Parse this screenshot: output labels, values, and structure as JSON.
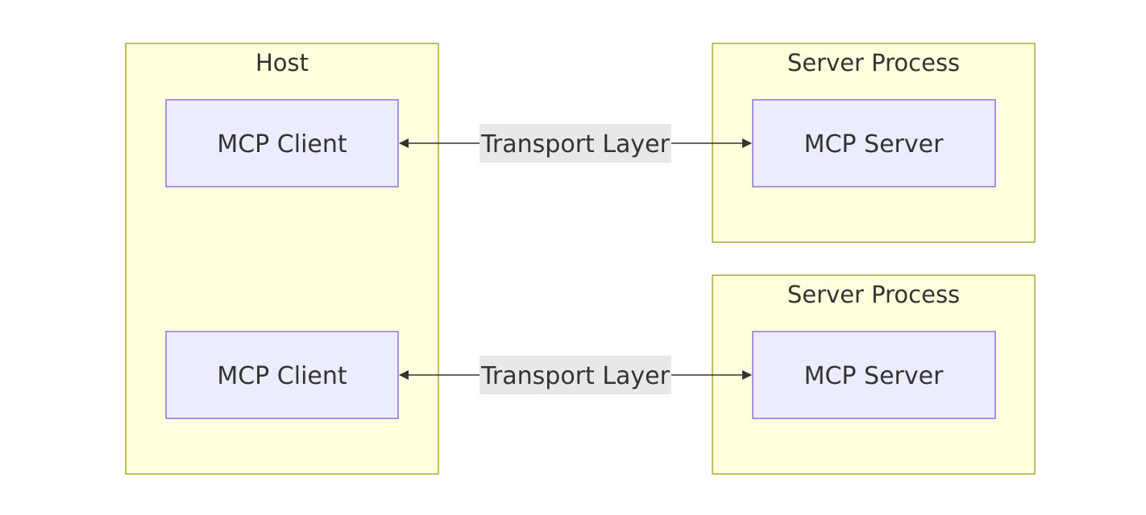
{
  "diagram": {
    "host": {
      "title": "Host",
      "clients": [
        {
          "label": "MCP Client"
        },
        {
          "label": "MCP Client"
        }
      ]
    },
    "server_processes": [
      {
        "title": "Server Process",
        "server": {
          "label": "MCP Server"
        }
      },
      {
        "title": "Server Process",
        "server": {
          "label": "MCP Server"
        }
      }
    ],
    "connections": [
      {
        "label": "Transport Layer",
        "direction": "bidirectional"
      },
      {
        "label": "Transport Layer",
        "direction": "bidirectional"
      }
    ]
  },
  "colors": {
    "group_fill": "#ffffde",
    "group_border": "#aaaa33",
    "node_fill": "#ececff",
    "node_border": "#9370db",
    "edge": "#333333",
    "edge_label_bg": "#e8e8e8",
    "text": "#333333"
  }
}
